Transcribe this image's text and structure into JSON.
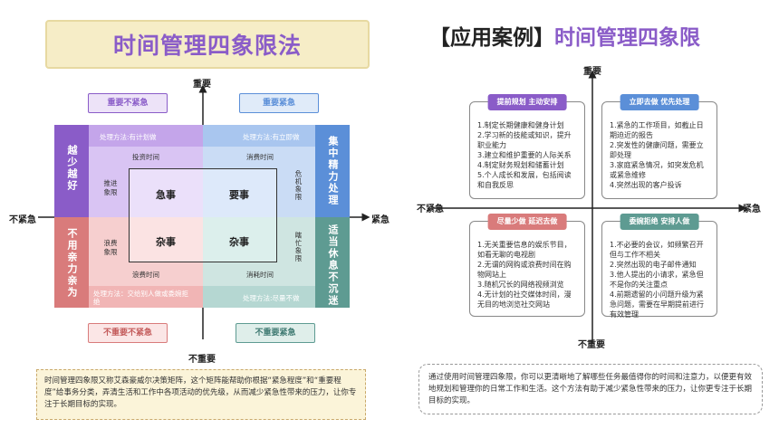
{
  "left": {
    "title": "时间管理四象限法",
    "axis": {
      "top": "重要",
      "bottom": "不重要",
      "left": "不紧急",
      "right": "紧急"
    },
    "tags": {
      "tl": "重要不紧急",
      "tr": "重要紧急",
      "bl": "不重要不紧急",
      "br": "不重要紧急"
    },
    "quadrants": {
      "tl": {
        "method": "处理方法:有计划做",
        "side": "越少越好",
        "ring_top": "投资时间",
        "ring_side": "推进象限",
        "core": "急事"
      },
      "tr": {
        "method": "处理方法:有立即做",
        "side": "集中精力处理",
        "ring_top": "消费时间",
        "ring_side": "危机象限",
        "core": "要事"
      },
      "bl": {
        "method": "处理方法：交给别人做或委婉拒绝",
        "side": "不用亲力亲为",
        "ring_bottom": "浪费时间",
        "ring_side": "浪费象限",
        "core": "杂事"
      },
      "br": {
        "method": "处理方法:尽量不做",
        "side": "适当休息不沉迷",
        "ring_bottom": "消耗时间",
        "ring_side": "瞎忙象限",
        "core": "杂事"
      }
    },
    "note": "时间管理四象限又称艾森豪威尔决策矩阵，这个矩阵能帮助你根据“紧急程度”和“重要程度”给事务分类，弄清生活和工作中各项活动的优先级，从而减少紧急性带来的压力，让你专注于长期目标的实现。"
  },
  "right": {
    "title_a": "【应用案例】",
    "title_b": "时间管理四象限",
    "axis": {
      "top": "重要",
      "bottom": "不重要",
      "left": "不紧急",
      "right": "紧急"
    },
    "cards": {
      "tl": {
        "head": "提前规划 主动安排",
        "items": [
          "1.制定长期健康和健身计划",
          "2.学习新的技能或知识，提升职业能力",
          "3.建立和维护重要的人际关系",
          "4.制定财务规划和储蓄计划",
          "5.个人成长和发展，包括阅读和自我反思"
        ]
      },
      "tr": {
        "head": "立即去做 优先处理",
        "items": [
          "1.紧急的工作项目，如截止日期迫近的报告",
          "2.突发性的健康问题，需要立即处理",
          "3.家庭紧急情况，如突发危机或紧急维修",
          "4.突然出现的客户投诉"
        ]
      },
      "bl": {
        "head": "尽量少做 延迟去做",
        "items": [
          "1.无关重要信息的娱乐节目，如看无聊的电视剧",
          "2.无谓的网购或浪费时间在购物网站上",
          "3.随机冗长的网络视频浏览",
          "4.无计划的社交媒体时间，漫无目的地浏览社交网站"
        ]
      },
      "br": {
        "head": "委婉拒绝 安排人做",
        "items": [
          "1.不必要的会议，如频繁召开但与工作不相关",
          "2.突然出现的电子邮件通知",
          "3.他人提出的小请求，紧急但不是你的关注重点",
          "4.前期遗留的小问题升级为紧急问题，需要在早期提前进行有效管理"
        ]
      }
    },
    "note": "通过使用时间管理四象限，你可以更清晰地了解哪些任务最值得你的时间和注意力，以便更有效地规划和管理你的日常工作和生活。这个方法有助于减少紧急性带来的压力，让你更专注于长期目标的实现。"
  },
  "colors": {
    "purple": "#8a5cc8",
    "blue": "#5b8fd8",
    "red": "#d97b7b",
    "teal": "#5e9b92"
  }
}
